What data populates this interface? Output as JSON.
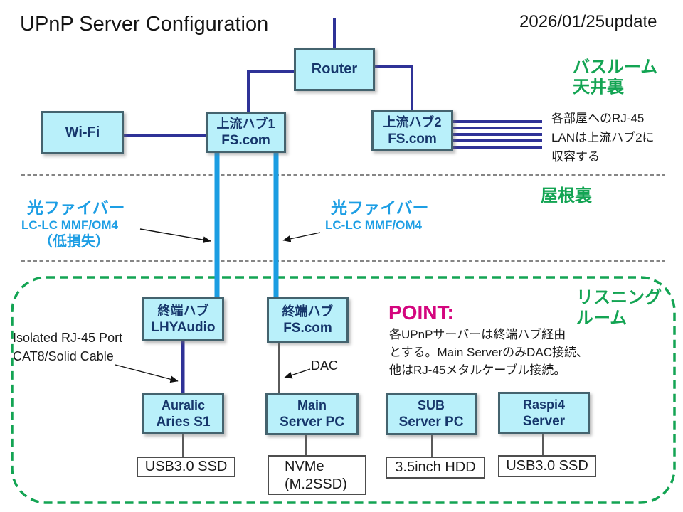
{
  "page": {
    "title": "UPnP Server Configuration",
    "date_note": "2026/01/25update"
  },
  "zones": {
    "bathroom": {
      "line1": "バスルーム",
      "line2": "天井裏"
    },
    "attic": {
      "label": "屋根裏"
    },
    "listening": {
      "line1": "リスニング",
      "line2": "ルーム"
    }
  },
  "nodes": {
    "router": {
      "label": "Router"
    },
    "wifi": {
      "label": "Wi-Fi"
    },
    "hub1": {
      "line1": "上流ハブ1",
      "line2": "FS.com"
    },
    "hub2": {
      "line1": "上流ハブ2",
      "line2": "FS.com"
    },
    "term_hub_lhy": {
      "line1": "終端ハブ",
      "line2": "LHYAudio"
    },
    "term_hub_fs": {
      "line1": "終端ハブ",
      "line2": "FS.com"
    },
    "auralic": {
      "line1": "Auralic",
      "line2": "Aries S1"
    },
    "main_server": {
      "line1": "Main",
      "line2": "Server PC"
    },
    "sub_server": {
      "line1": "SUB",
      "line2": "Server PC"
    },
    "raspi4": {
      "line1": "Raspi4",
      "line2": "Server"
    }
  },
  "storage": {
    "auralic_disk": "USB3.0 SSD",
    "main_disk_line1": "NVMe",
    "main_disk_line2": "(M.2SSD)",
    "sub_disk": "3.5inch HDD",
    "raspi_disk": "USB3.0 SSD"
  },
  "annotations": {
    "rj45_note": {
      "line1": "各部屋へのRJ-45",
      "line2": "LANは上流ハブ2に",
      "line3": "収容する"
    },
    "fiber_left": {
      "line1": "光ファイバー",
      "line2": "LC-LC MMF/OM4",
      "line3": "（低損失）"
    },
    "fiber_right": {
      "line1": "光ファイバー",
      "line2": "LC-LC MMF/OM4"
    },
    "isolated_port": {
      "line1": "Isolated RJ-45 Port",
      "line2": "CAT8/Solid Cable"
    },
    "dac": "DAC",
    "point": {
      "title": "POINT:",
      "line1": "各UPnPサーバーは終端ハブ経由",
      "line2": "とする。Main ServerのみDAC接続、",
      "line3": "他はRJ-45メタルケーブル接続。"
    }
  },
  "colors": {
    "node_fill": "#B9F0FA",
    "node_border": "#44636E",
    "node_text": "#16366B",
    "connector_navy": "#2F3297",
    "fiber_blue": "#1B9DE2",
    "zone_green": "#13A453",
    "point_magenta": "#D4057E"
  }
}
